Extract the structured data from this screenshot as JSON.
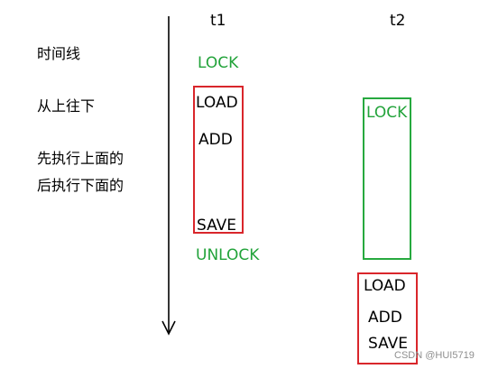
{
  "notes": {
    "line1": "时间线",
    "line2": "从上往下",
    "line3": "先执行上面的",
    "line4": "后执行下面的"
  },
  "threads": {
    "t1": {
      "title": "t1",
      "lock": "LOCK",
      "ops": [
        "LOAD",
        "ADD",
        "SAVE"
      ],
      "unlock": "UNLOCK"
    },
    "t2": {
      "title": "t2",
      "lock": "LOCK",
      "ops": [
        "LOAD",
        "ADD",
        "SAVE"
      ]
    }
  },
  "watermark": "CSDN @HUI5719",
  "colors": {
    "red": "#d9262b",
    "green": "#27a93f",
    "text": "#000000"
  }
}
